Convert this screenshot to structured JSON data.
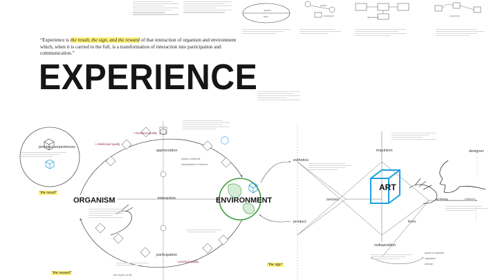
{
  "quote": {
    "before": "“Experience is ",
    "highlight": "the result, the sign, and the reward",
    "after": " of that interaction of organism and environment which, when it is carried to the full, is a transformation of interaction into participation and communication.”"
  },
  "title": "EXPERIENCE",
  "labels": {
    "previous_experiences": "previous experiences",
    "appreciation": "appreciation",
    "interaction": "interaction",
    "participation": "participation",
    "organism": "ORGANISM",
    "environment": "ENVIRONMENT",
    "art": "ART",
    "esthetics": "esthetics",
    "senses": "senses",
    "product": "product",
    "impulsion": "impulsion",
    "form": "form",
    "actions": "actions",
    "designer": "designer",
    "redisposition": "redisposition",
    "the_result": "“the result”",
    "the_sign": "“the sign”",
    "the_reward": "“the reward”",
    "emotional_quality": "• emotional quality",
    "intellectual_quality": "• intellectual quality",
    "practical_quality": "• practical quality",
    "rhythm_of_life": "the rhythm of life",
    "strides_of_interest": "strides of interest",
    "interpretation_of_interest": "interpretation of interest",
    "fulfillment": "fulfillment",
    "power_of_rejection": "power of rejection",
    "regulation": "regulation",
    "attitude": "attitude",
    "fig_apathy": "apathy",
    "fig_anticipation": "anticipation",
    "fig_dependency": "dependency",
    "fig_experience": "experience"
  },
  "colors": {
    "accent_blue": "#1aa0e0",
    "highlight_yellow": "#fff17a",
    "globe_green": "#3f9a3f",
    "note_pink": "#9b2d4f",
    "ink": "#161616"
  },
  "icons": [
    "cube-icon",
    "globe-icon",
    "hand-icon",
    "head-profile-icon",
    "arrow-icon"
  ]
}
